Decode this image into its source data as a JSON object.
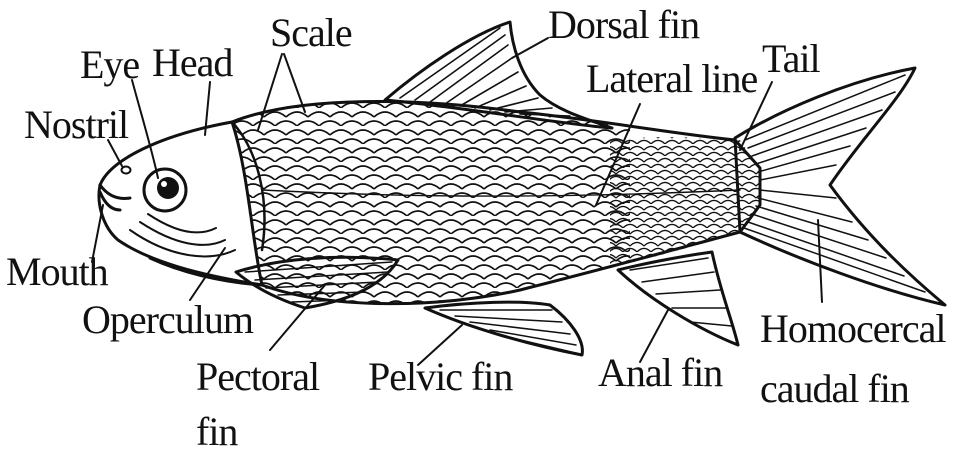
{
  "labels": {
    "eye": "Eye",
    "head": "Head",
    "scale": "Scale",
    "dorsal_fin": "Dorsal fin",
    "tail": "Tail",
    "lateral_line": "Lateral line",
    "nostril": "Nostril",
    "mouth": "Mouth",
    "operculum": "Operculum",
    "pectoral_fin_line1": "Pectoral",
    "pectoral_fin_line2": "fin",
    "pelvic_fin": "Pelvic fin",
    "anal_fin": "Anal fin",
    "caudal_fin_line1": "Homocercal",
    "caudal_fin_line2": "caudal fin"
  },
  "colors": {
    "ink": "#111111",
    "background": "#ffffff"
  }
}
